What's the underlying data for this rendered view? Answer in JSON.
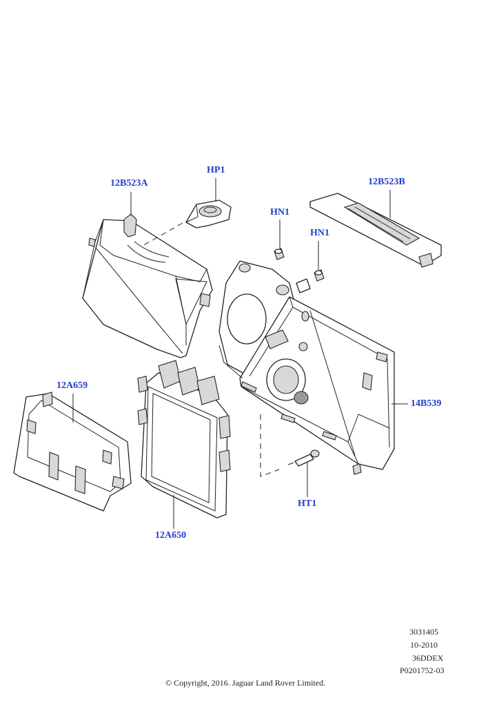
{
  "callouts": {
    "b12b523a": "12B523A",
    "hp1": "HP1",
    "b12b523b": "12B523B",
    "hn1_a": "HN1",
    "hn1_b": "HN1",
    "a12a659": "12A659",
    "b14b539": "14B539",
    "a12a650": "12A650",
    "ht1": "HT1"
  },
  "reference": {
    "line1": "3031405",
    "line2": "10-2010",
    "line3": "36DDEX",
    "line4": "P0201752-03"
  },
  "copyright": "© Copyright, 2016. Jaguar Land Rover Limited.",
  "colors": {
    "callout": "#1f3fc8",
    "ink": "#222222"
  }
}
